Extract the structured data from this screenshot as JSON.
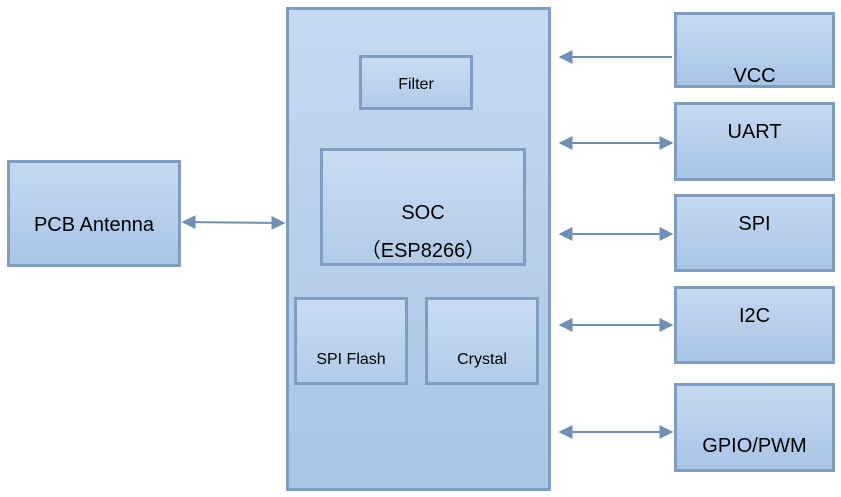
{
  "diagram": {
    "antenna": "PCB Antenna",
    "filter": "Filter",
    "soc": "SOC",
    "soc_chip": "（ESP8266）",
    "spi_flash": "SPI Flash",
    "crystal": "Crystal",
    "interfaces": [
      "VCC",
      "UART",
      "SPI",
      "I2C",
      "GPIO/PWM"
    ]
  },
  "colors": {
    "box_border": "#7f9dc0",
    "box_fill_top": "#c5d9f0",
    "box_fill_bottom": "#a9c4e6",
    "arrow": "#6f8fb3"
  }
}
